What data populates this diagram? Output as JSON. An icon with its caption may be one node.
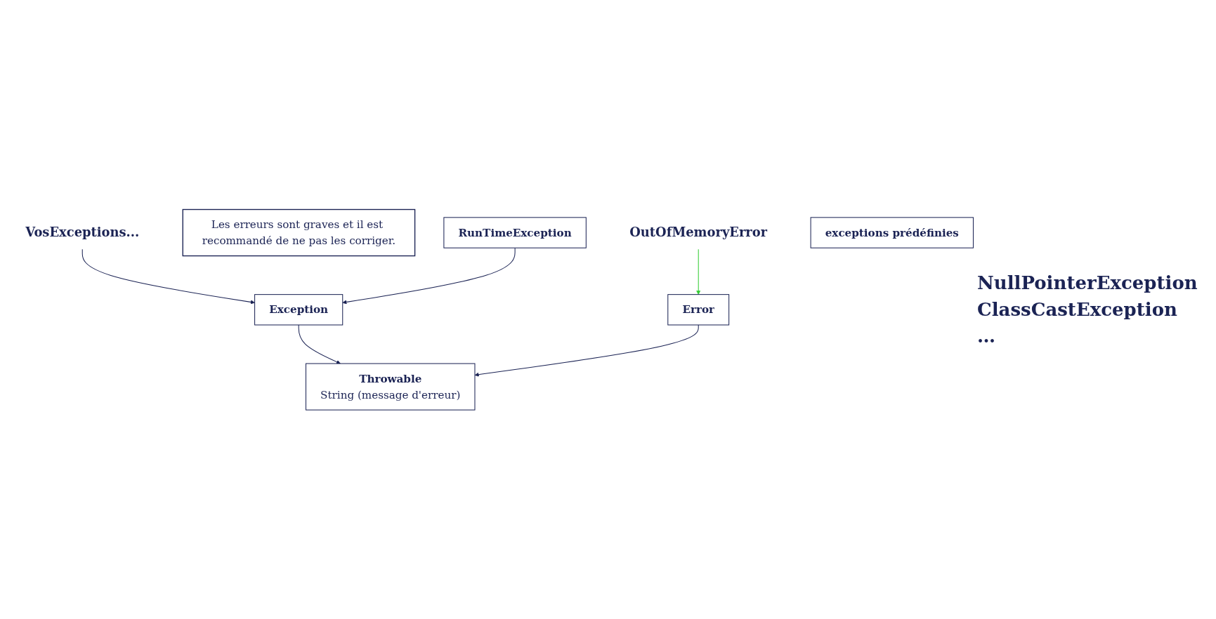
{
  "diagram": {
    "nodes": [
      {
        "text": [
          "Throwable",
          "String (message d'erreur)"
        ]
      },
      {
        "text": [
          "Exception"
        ]
      },
      {
        "text": [
          "Error"
        ]
      },
      {
        "text": [
          "OutOfMemoryError"
        ]
      },
      {
        "text": [
          "Les erreurs sont graves et il est recommandé de ne pas les corriger."
        ]
      },
      {
        "text": [
          "RunTimeException"
        ]
      },
      {
        "text": [
          "VosExceptions..."
        ]
      },
      {
        "text": [
          "exceptions prédéfinies"
        ]
      }
    ],
    "edges": [
      {
        "from": 1,
        "to": 0,
        "arrow": "to"
      },
      {
        "from": 2,
        "to": 0,
        "arrow": "to"
      },
      {
        "from": 3,
        "to": 2,
        "arrow": "to",
        "color": "#33cc33"
      },
      {
        "from": 6,
        "to": 1,
        "arrow": "to"
      },
      {
        "from": 5,
        "to": 1,
        "arrow": "to"
      }
    ],
    "labels": [
      "NullPointerException",
      "ClassCastException",
      "…"
    ]
  }
}
